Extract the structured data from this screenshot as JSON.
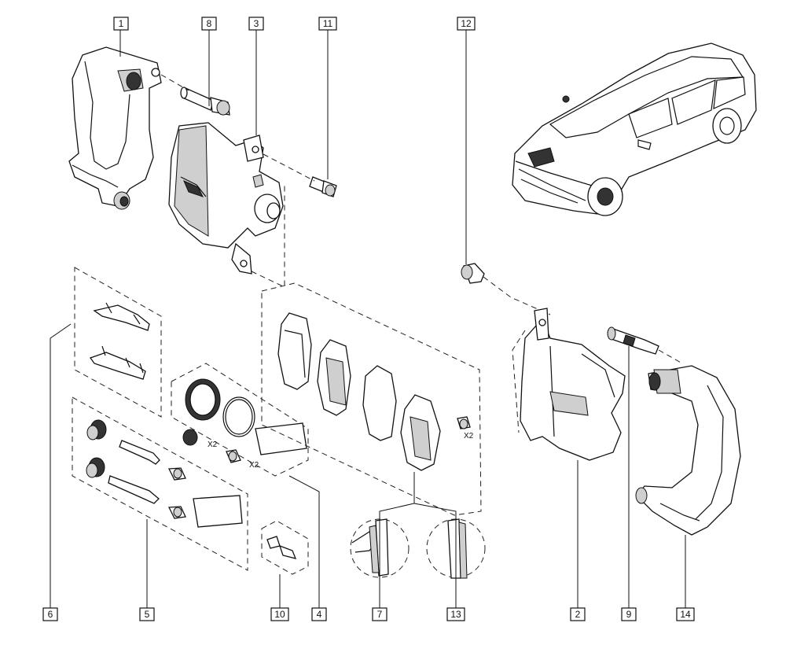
{
  "callouts": [
    {
      "id": "c1",
      "label": "1"
    },
    {
      "id": "c8",
      "label": "8"
    },
    {
      "id": "c3",
      "label": "3"
    },
    {
      "id": "c11",
      "label": "11"
    },
    {
      "id": "c12",
      "label": "12"
    },
    {
      "id": "c6",
      "label": "6"
    },
    {
      "id": "c5",
      "label": "5"
    },
    {
      "id": "c10",
      "label": "10"
    },
    {
      "id": "c4",
      "label": "4"
    },
    {
      "id": "c7",
      "label": "7"
    },
    {
      "id": "c13",
      "label": "13"
    },
    {
      "id": "c2",
      "label": "2"
    },
    {
      "id": "c9",
      "label": "9"
    },
    {
      "id": "c14",
      "label": "14"
    }
  ],
  "quantity_notes": {
    "seal_kit_qty": "X2",
    "bolt_kit_qty": "X2",
    "pad_screw_qty": "X2"
  }
}
